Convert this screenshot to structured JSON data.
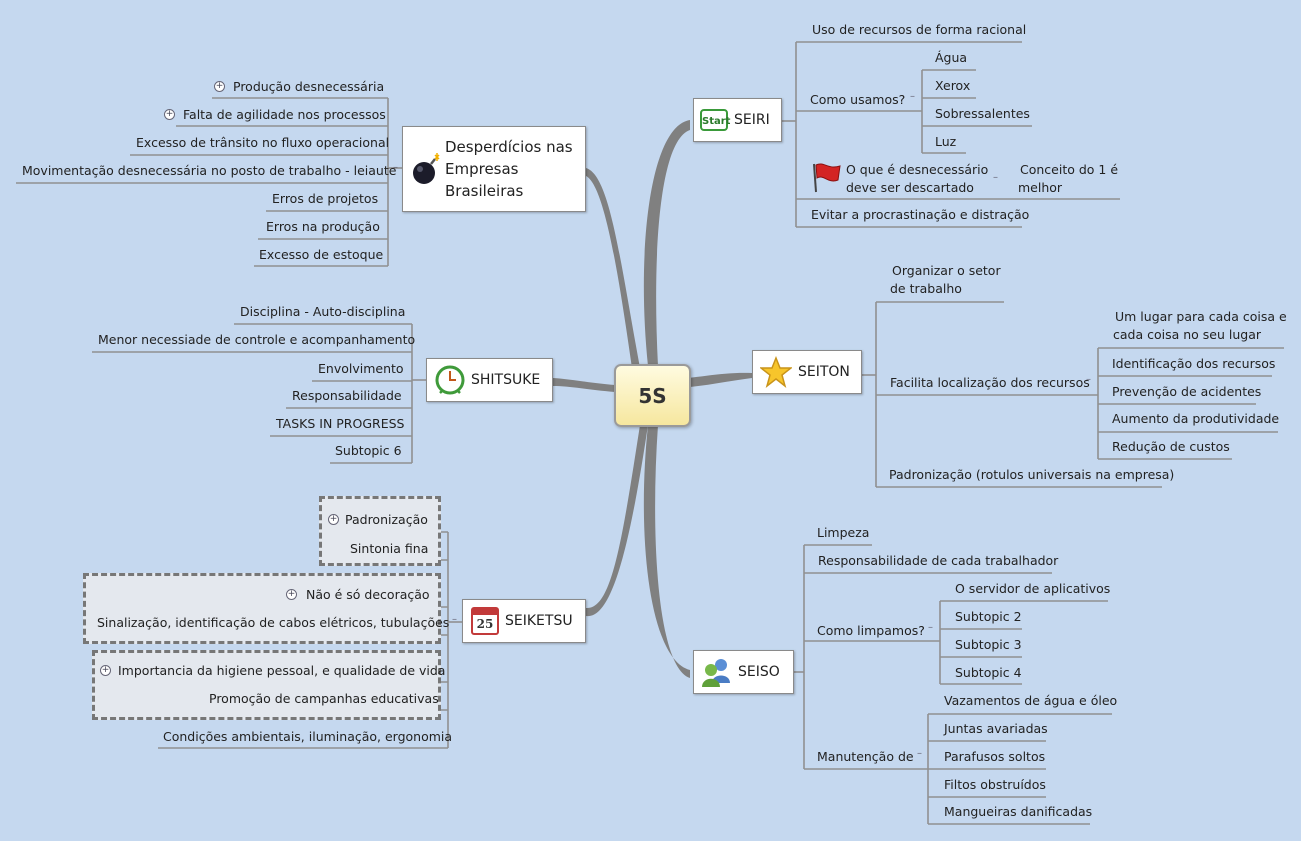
{
  "central": "5S",
  "seiri": {
    "label": "SEIRI",
    "icon_text": "Start",
    "uso": "Uso de recursos de forma racional",
    "como_usamos": "Como usamos?",
    "como_items": [
      "Água",
      "Xerox",
      "Sobressalentes",
      "Luz"
    ],
    "oque": "O que é desnecessário deve ser descartado",
    "conceito": "Conceito do 1 é melhor",
    "evitar": "Evitar a procrastinação e distração"
  },
  "seiton": {
    "label": "SEITON",
    "organizar": "Organizar o setor de trabalho",
    "facilita": "Facilita localização dos recursos",
    "facilita_items": [
      "Um lugar para cada coisa e cada coisa no seu lugar",
      "Identificação dos recursos",
      "Prevenção de acidentes",
      "Aumento da produtividade",
      "Redução de custos"
    ],
    "padronizacao": "Padronização (rotulos universais na empresa)"
  },
  "seiso": {
    "label": "SEISO",
    "limpeza": "Limpeza",
    "responsabilidade": "Responsabilidade de cada trabalhador",
    "como_limpamos": "Como limpamos?",
    "como_items": [
      "O servidor de aplicativos",
      "Subtopic 2",
      "Subtopic 3",
      "Subtopic 4"
    ],
    "manutencao": "Manutenção de",
    "manutencao_items": [
      "Vazamentos de água e óleo",
      "Juntas avariadas",
      "Parafusos soltos",
      "Filtos obstruídos",
      "Mangueiras danificadas"
    ]
  },
  "desperdicios": {
    "label": "Desperdícios nas Empresas Brasileiras",
    "items": [
      "Produção desnecessária",
      "Falta de agilidade nos processos",
      "Excesso de trânsito no fluxo operacional",
      "Movimentação desnecessária no posto de trabalho - leiaute",
      "Erros de projetos",
      "Erros na produção",
      "Excesso de estoque"
    ]
  },
  "shitsuke": {
    "label": "SHITSUKE",
    "items": [
      "Disciplina - Auto-disciplina",
      "Menor necessiade de controle e acompanhamento",
      "Envolvimento",
      "Responsabilidade",
      "TASKS IN PROGRESS",
      "Subtopic 6"
    ]
  },
  "seiketsu": {
    "label": "SEIKETSU",
    "calendar_day": "25",
    "items": [
      "Padronização",
      "Sintonia fina",
      "Não é só decoração",
      "Sinalização, identificação de cabos elétricos, tubulações",
      "Importancia da higiene pessoal, e qualidade de vida",
      "Promoção de campanhas educativas",
      "Condições ambientais, iluminação, ergonomia"
    ]
  },
  "colors": {
    "background": "#c5d8ef",
    "branch": "#7f7f7f",
    "line": "#8f8f8f"
  }
}
